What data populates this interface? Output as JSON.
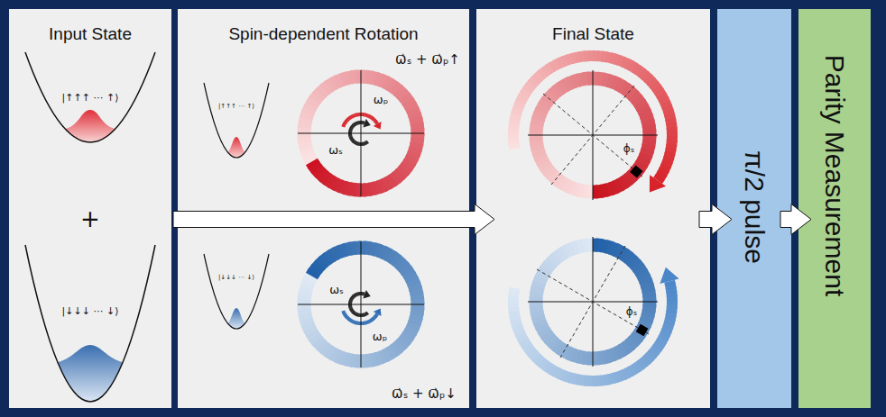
{
  "diagram": {
    "nodes": [
      {
        "text": [
          "Input State"
        ]
      },
      {
        "text": [
          "Spin-dependent Rotation"
        ]
      },
      {
        "text": [
          "Final State"
        ]
      },
      {
        "text": [
          "π/2 pulse"
        ]
      },
      {
        "text": [
          "Parity Measurement"
        ]
      }
    ],
    "edges": [
      {
        "from": 0,
        "to": 2,
        "arrow": "to"
      },
      {
        "from": 2,
        "to": 3,
        "arrow": "to"
      },
      {
        "from": 3,
        "to": 4,
        "arrow": "to"
      }
    ],
    "labels": [
      "|↑↑↑ ⋯ ↑⟩",
      "+",
      "|↓↓↓ ⋯ ↓⟩",
      "|↑↑↑ ⋯ ↑⟩",
      "ωₚ",
      "ωₛ",
      "ω⃗ₛ + ω⃗ₚ↑",
      "|↓↓↓ ⋯ ↓⟩",
      "ωₛ",
      "ωₚ",
      "ω⃗ₛ + ω⃗ₚ↓",
      "ϕₛ",
      "ϕₛ"
    ]
  }
}
